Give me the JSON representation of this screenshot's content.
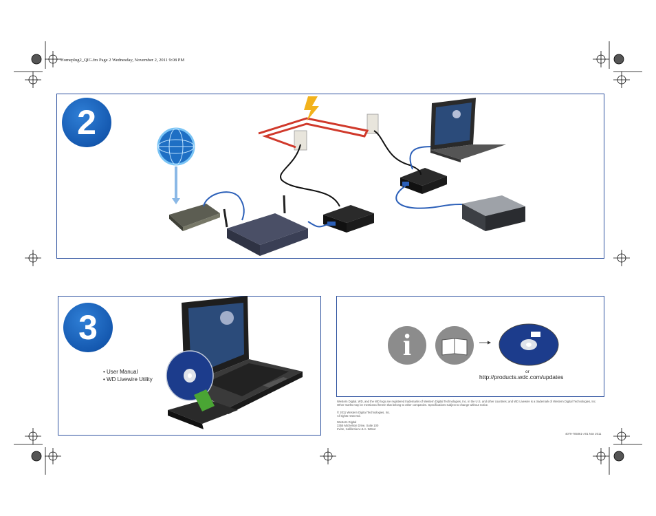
{
  "header": {
    "file_info": "Homeplug2_QIG.fm  Page 2  Wednesday, November 2, 2011  9:08 PM"
  },
  "step2": {
    "number": "2"
  },
  "step3": {
    "number": "3",
    "bullets": [
      "User Manual",
      "WD Livewire Utility"
    ]
  },
  "info_panel": {
    "info_glyph": "i",
    "or_text": "or",
    "url": "http://products.wdc.com/updates",
    "legal": "Western Digital, WD, and the WD logo are registered trademarks of Western Digital Technologies, Inc. in the U.S. and other countries; and WD Livewire is a trademark of Western Digital Technologies, Inc. Other marks may be mentioned herein that belong to other companies. Specifications subject to change without notice.",
    "copyright_1": "© 2011 Western Digital Technologies, Inc.",
    "copyright_2": "All rights reserved.",
    "company": "Western Digital",
    "address_1": "3355 Michelson Drive, Suite 100",
    "address_2": "Irvine, California U.S.A. 92612",
    "part_number": "4079-705061-A01  Nov 2011"
  },
  "colors": {
    "panel_border": "#2b4f9e",
    "step_blue": "#1559b0",
    "info_grey": "#8c8c8c",
    "cable_red": "#d0392b",
    "cable_blue": "#2b5fb8",
    "bolt_yellow": "#f2b21c"
  }
}
